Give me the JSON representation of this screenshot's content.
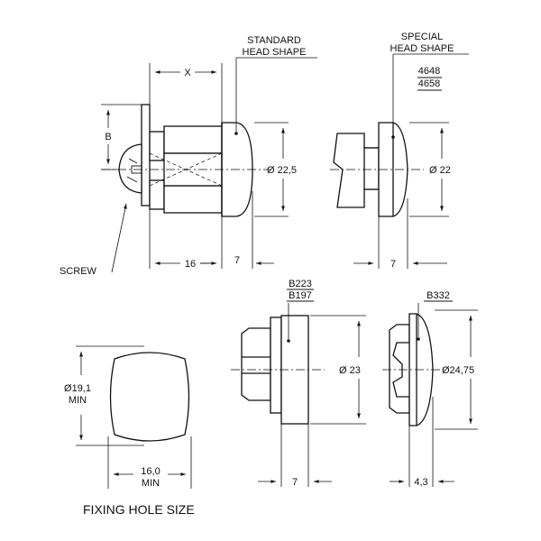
{
  "labels": {
    "standard_head_1": "STANDARD",
    "standard_head_2": "HEAD SHAPE",
    "special_head_1": "SPECIAL",
    "special_head_2": "HEAD SHAPE",
    "part_4648": "4648",
    "part_4658": "4658",
    "dim_x": "X",
    "dim_b": "B",
    "dia_22_5": "Ø 22,5",
    "dia_22": "Ø 22",
    "dim_16": "16",
    "dim_7_a": "7",
    "dim_7_b": "7",
    "screw": "SCREW",
    "part_b223": "B223",
    "part_b197": "B197",
    "part_b332": "B332",
    "dia_23": "Ø 23",
    "dia_24_75": "Ø24,75",
    "dim_7_c": "7",
    "dim_4_3": "4,3",
    "hole_dia_1": "Ø19,1",
    "hole_dia_2": "MIN",
    "hole_w_1": "16,0",
    "hole_w_2": "MIN",
    "fixing_hole": "FIXING HOLE SIZE"
  }
}
